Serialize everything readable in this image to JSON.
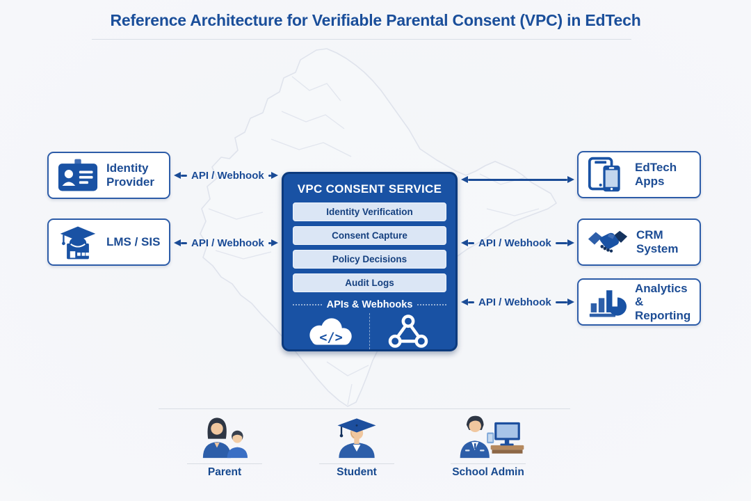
{
  "title": "Reference Architecture for Verifiable Parental Consent (VPC) in EdTech",
  "colors": {
    "accent_blue": "#1a4e9a",
    "center_fill": "#1952a4",
    "center_border": "#0c3a7d",
    "module_fill": "#dbe6f5",
    "node_border": "#2d5ca8",
    "background": "#f6f7fa"
  },
  "left_nodes": [
    {
      "label": "Identity Provider",
      "icon": "id-card-icon"
    },
    {
      "label": "LMS / SIS",
      "icon": "graduation-cap-icon"
    }
  ],
  "right_nodes": [
    {
      "label": "EdTech Apps",
      "icon": "mobile-devices-icon"
    },
    {
      "label": "CRM System",
      "icon": "handshake-icon"
    },
    {
      "label": "Analytics & Reporting",
      "icon": "analytics-chart-icon"
    }
  ],
  "center_service": {
    "title": "VPC CONSENT SERVICE",
    "modules": [
      "Identity Verification",
      "Consent Capture",
      "Policy Decisions",
      "Audit Logs"
    ],
    "footer_label": "APIs & Webhooks",
    "footer_icons": [
      "cloud-code-icon",
      "webhook-icon"
    ]
  },
  "connections": {
    "left": [
      {
        "label": "API / Webhook"
      },
      {
        "label": "API / Webhook"
      }
    ],
    "right": [
      {
        "label": ""
      },
      {
        "label": "API / Webhook"
      },
      {
        "label": "API / Webhook"
      }
    ]
  },
  "personas": [
    {
      "label": "Parent",
      "icon": "parent-icon"
    },
    {
      "label": "Student",
      "icon": "student-icon"
    },
    {
      "label": "School Admin",
      "icon": "school-admin-icon"
    }
  ]
}
